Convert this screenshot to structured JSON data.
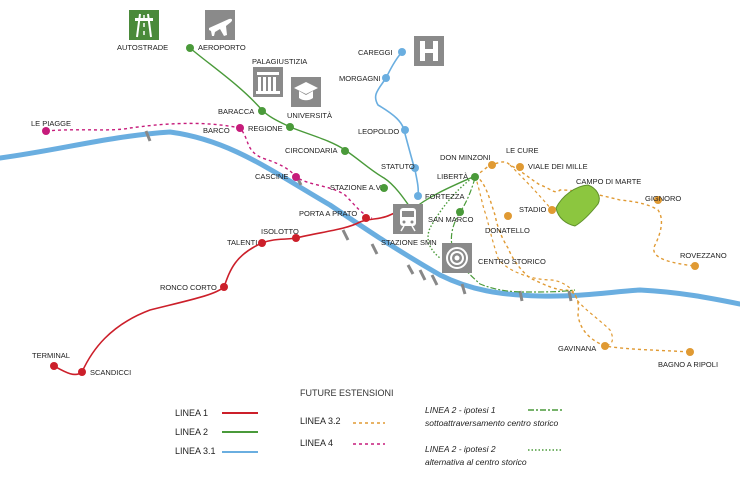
{
  "colors": {
    "river": "#6aaee0",
    "linea1": "#cc1f2a",
    "linea2": "#4a9a3a",
    "linea3_1": "#6aaee0",
    "linea3_2": "#e09a33",
    "linea4": "#c61c7b",
    "ipotesi": "#4a9a3a",
    "icon_green": "#4a8a3a",
    "icon_gray": "#8a8a8a",
    "campo": "#8cc63f"
  },
  "pois": {
    "autostrade": "AUTOSTRADE",
    "aeroporto_icon": "airplane-icon",
    "autostrade_icon": "highway-icon",
    "ospedale_icon": "hospital-icon",
    "palagiustizia": "PALAGIUSTIZIA",
    "universita": "UNIVERSITÀ",
    "stazione_smn": "STAZIONE SMN",
    "centro_storico": "CENTRO STORICO",
    "campo_di_marte": "CAMPO DI MARTE"
  },
  "stations": {
    "aeroporto": "AEROPORTO",
    "baracca": "BARACCA",
    "regione": "REGIONE",
    "circondaria": "CIRCONDARIA",
    "stazione_av": "STAZIONE A.V.",
    "statuto": "STATUTO",
    "fortezza": "FORTEZZA",
    "liberta": "LIBERTÀ",
    "san_marco": "SAN MARCO",
    "careggi": "CAREGGI",
    "morgagni": "MORGAGNI",
    "leopoldo": "LEOPOLDO",
    "le_piagge": "LE PIAGGE",
    "barco": "BARCO",
    "cascine": "CASCINE",
    "porta_a_prato": "PORTA A PRATO",
    "isolotto": "ISOLOTTO",
    "talenti": "TALENTI",
    "ronco_corto": "RONCO CORTO",
    "terminal": "TERMINAL",
    "scandicci": "SCANDICCI",
    "don_minzoni": "DON MINZONI",
    "le_cure": "LE CURE",
    "viale_dei_mille": "VIALE DEI MILLE",
    "stadio": "STADIO",
    "donatello": "DONATELLO",
    "gignoro": "GIGNORO",
    "rovezzano": "ROVEZZANO",
    "gavinana": "GAVINANA",
    "bagno_a_ripoli": "BAGNO A RIPOLI"
  },
  "legend": {
    "linea1": "LINEA 1",
    "linea2": "LINEA 2",
    "linea3_1": "LINEA 3.1",
    "future_title": "FUTURE ESTENSIONI",
    "linea3_2": "LINEA 3.2",
    "linea4": "LINEA 4",
    "ipotesi1_a": "LINEA 2 - ipotesi 1",
    "ipotesi1_b": "sottoattraversamento centro storico",
    "ipotesi2_a": "LINEA 2 - ipotesi 2",
    "ipotesi2_b": "alternativa al centro storico"
  }
}
